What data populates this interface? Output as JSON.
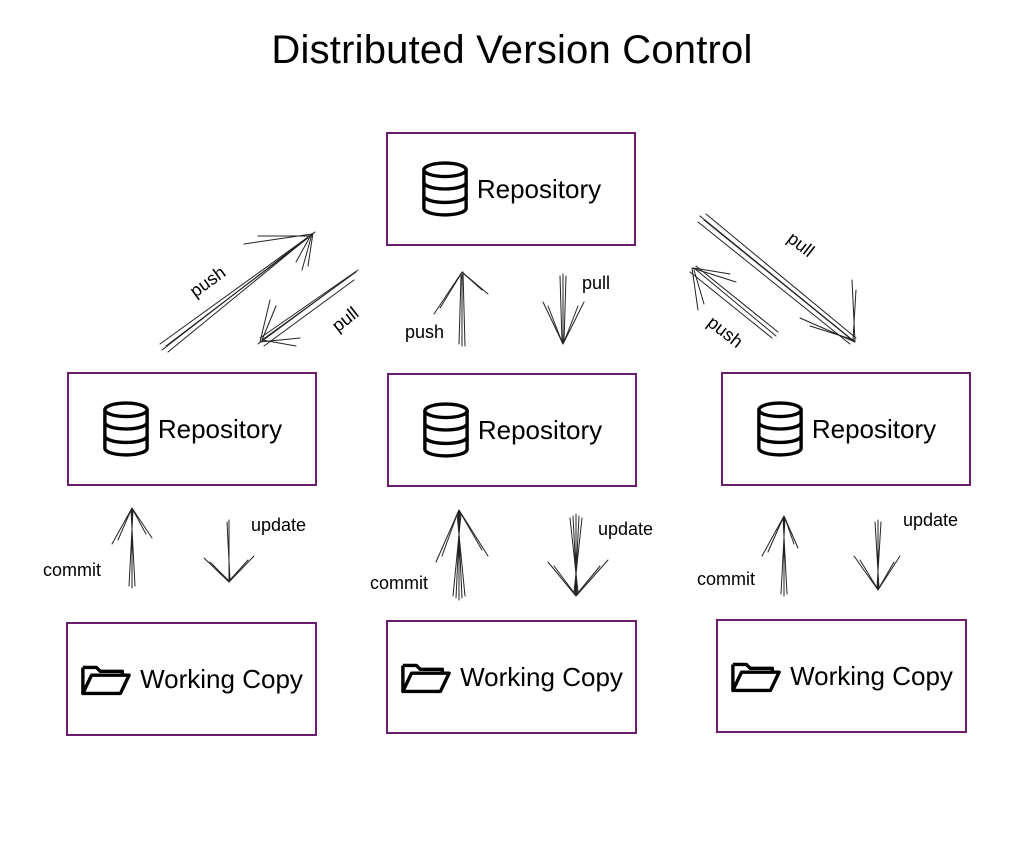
{
  "title": "Distributed Version Control",
  "nodes": {
    "central_repo": "Repository",
    "left_repo": "Repository",
    "middle_repo": "Repository",
    "right_repo": "Repository",
    "left_working": "Working Copy",
    "middle_working": "Working Copy",
    "right_working": "Working Copy"
  },
  "labels": {
    "push_left": "push",
    "pull_left": "pull",
    "push_middle": "push",
    "pull_middle": "pull",
    "pull_right": "pull",
    "push_right": "push",
    "commit_left": "commit",
    "update_left": "update",
    "commit_middle": "commit",
    "update_middle": "update",
    "commit_right": "commit",
    "update_right": "update"
  },
  "icons": {
    "repository": "database-icon",
    "working_copy": "folder-icon"
  },
  "colors": {
    "box_border": "#6b1d6e"
  }
}
